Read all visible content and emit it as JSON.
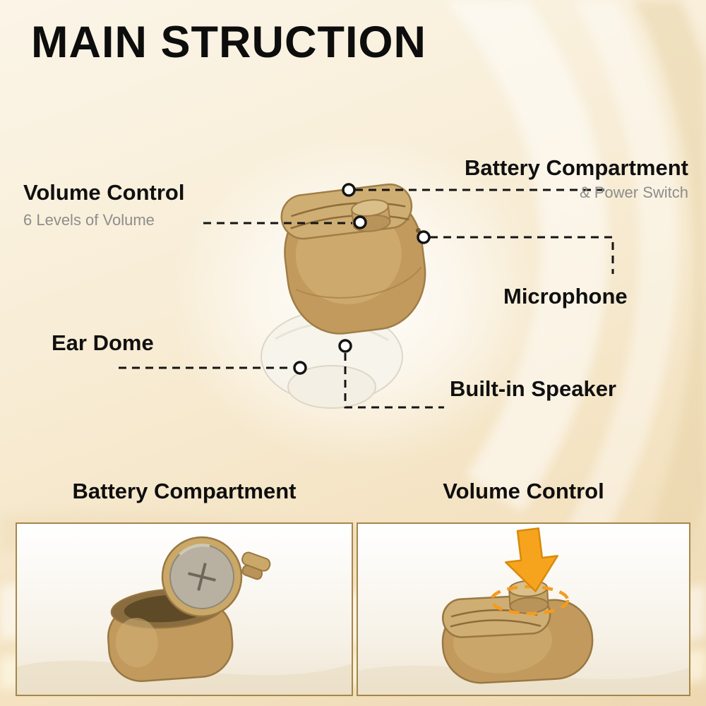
{
  "title": "MAIN STRUCTION",
  "labels": {
    "volume_control": {
      "title": "Volume Control",
      "subtitle": "6 Levels of Volume"
    },
    "battery_compartment": {
      "title": "Battery Compartment",
      "subtitle": "& Power Switch"
    },
    "microphone": {
      "title": "Microphone"
    },
    "ear_dome": {
      "title": "Ear Dome"
    },
    "built_in_speaker": {
      "title": "Built-in Speaker"
    }
  },
  "panels": {
    "battery": {
      "heading": "Battery Compartment"
    },
    "volume": {
      "heading": "Volume Control"
    }
  },
  "colors": {
    "background_cream": "#f6e8cf",
    "device_tan": "#c29a5d",
    "device_tan_light": "#dabf8a",
    "panel_border_gold": "#a5874a",
    "arrow_orange": "#f6a41e",
    "label_black": "#101010",
    "label_gray": "#8d8d8d",
    "ear_dome_ivory": "#f7f4ec"
  }
}
